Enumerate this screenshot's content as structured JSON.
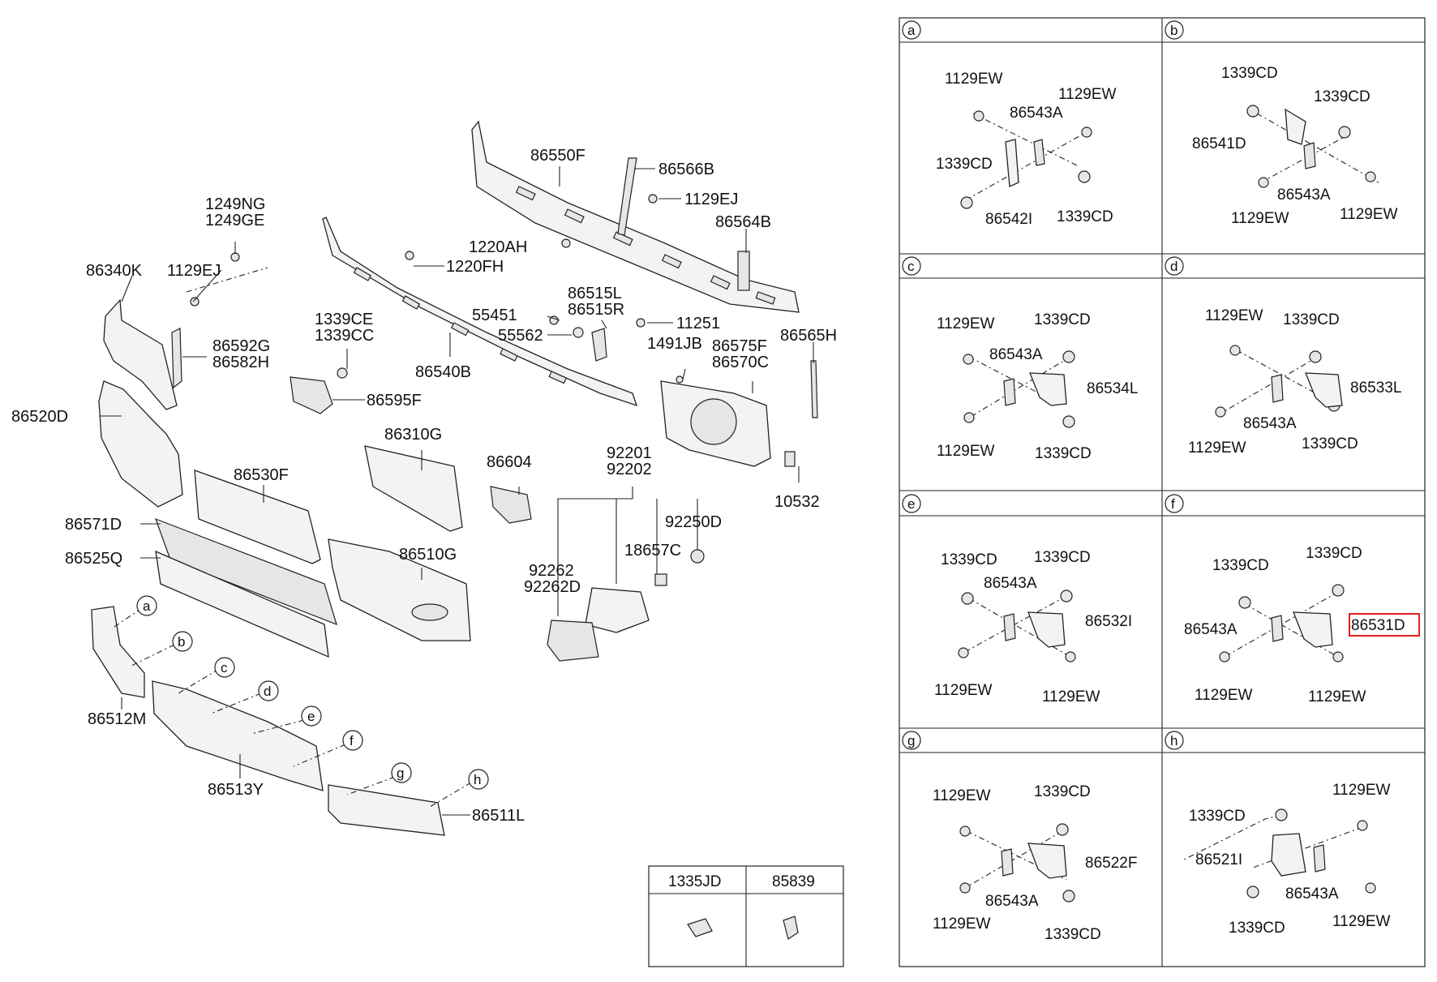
{
  "main_labels": {
    "l1249ng": "1249NG",
    "l1249ge": "1249GE",
    "l86340k": "86340K",
    "l1129ej_a": "1129EJ",
    "l86592g": "86592G",
    "l86582h": "86582H",
    "l86520d": "86520D",
    "l1339ce": "1339CE",
    "l1339cc": "1339CC",
    "l86595f": "86595F",
    "l86550f": "86550F",
    "l86566b": "86566B",
    "l1129ej_b": "1129EJ",
    "l86564b": "86564B",
    "l1220ah": "1220AH",
    "l1220fh": "1220FH",
    "l86515l": "86515L",
    "l86515r": "86515R",
    "l55451": "55451",
    "l55562": "55562",
    "l11251": "11251",
    "l86540b": "86540B",
    "l86565h": "86565H",
    "l1491jb": "1491JB",
    "l86575f": "86575F",
    "l86570c": "86570C",
    "l86310g": "86310G",
    "l86530f": "86530F",
    "l86604": "86604",
    "l92201": "92201",
    "l92202": "92202",
    "l92250d": "92250D",
    "l10532": "10532",
    "l86571d": "86571D",
    "l86525q": "86525Q",
    "l86510g": "86510G",
    "l18657c": "18657C",
    "l92262": "92262",
    "l92262d": "92262D",
    "l86512m": "86512M",
    "l86513y": "86513Y",
    "l86511l": "86511L"
  },
  "callouts": [
    "a",
    "b",
    "c",
    "d",
    "e",
    "f",
    "g",
    "h"
  ],
  "legend": {
    "col1": "1335JD",
    "col2": "85839"
  },
  "panels": {
    "a": [
      "1129EW",
      "86543A",
      "1129EW",
      "1339CD",
      "86542I",
      "1339CD"
    ],
    "b": [
      "1339CD",
      "1339CD",
      "86541D",
      "86543A",
      "1129EW",
      "1129EW"
    ],
    "c": [
      "1129EW",
      "1339CD",
      "86543A",
      "86534L",
      "1129EW",
      "1339CD"
    ],
    "d": [
      "1129EW",
      "1339CD",
      "86533L",
      "86543A",
      "1129EW",
      "1339CD"
    ],
    "e": [
      "1339CD",
      "1339CD",
      "86543A",
      "86532I",
      "1129EW",
      "1129EW"
    ],
    "f": [
      "1339CD",
      "1339CD",
      "86543A",
      "86531D",
      "1129EW",
      "1129EW"
    ],
    "g": [
      "1129EW",
      "1339CD",
      "86522F",
      "1129EW",
      "86543A",
      "1339CD"
    ],
    "h": [
      "1129EW",
      "1339CD",
      "86521I",
      "86543A",
      "1339CD",
      "1129EW"
    ]
  },
  "highlight": "86531D",
  "colors": {
    "highlight": "#e0201e",
    "line": "#222222"
  }
}
